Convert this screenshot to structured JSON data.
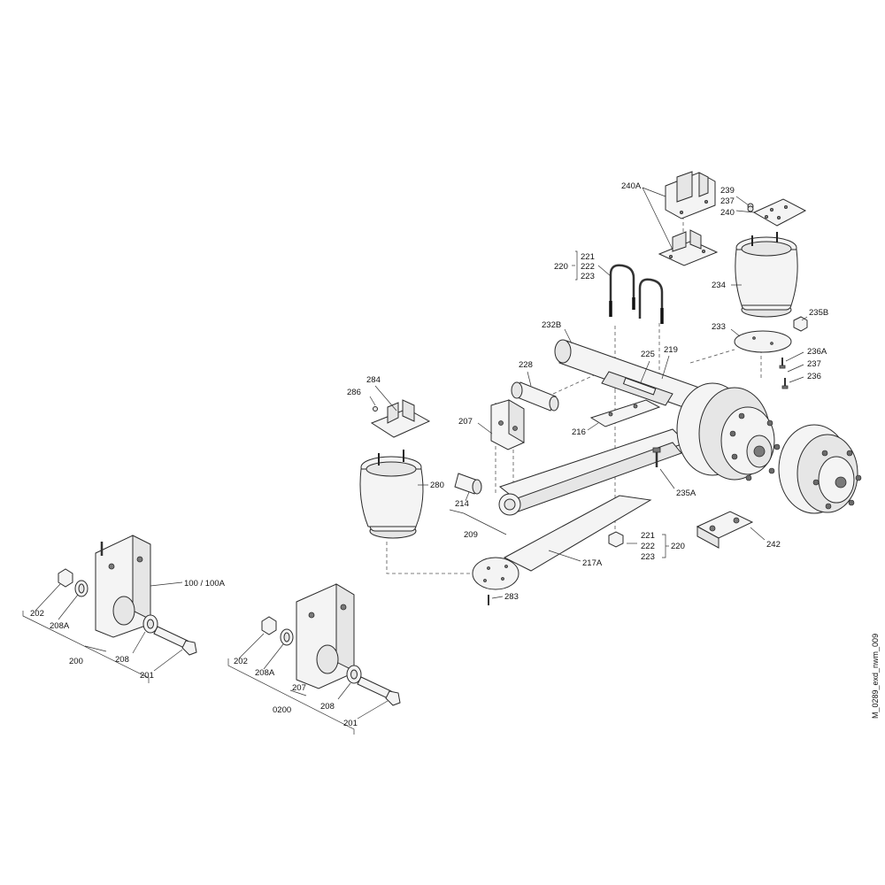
{
  "labels": {
    "l240A": "240A",
    "l239": "239",
    "l237a": "237",
    "l240": "240",
    "l221a": "221",
    "l222a": "222",
    "l223a": "223",
    "l220a": "220",
    "l234": "234",
    "l235B": "235B",
    "l232B": "232B",
    "l233": "233",
    "l236A": "236A",
    "l237b": "237",
    "l236": "236",
    "l225": "225",
    "l219": "219",
    "l228": "228",
    "l284": "284",
    "l286": "286",
    "l207a": "207",
    "l216": "216",
    "l235A": "235A",
    "l280": "280",
    "l214": "214",
    "l209": "209",
    "l221b": "221",
    "l222b": "222",
    "l223b": "223",
    "l220b": "220",
    "l242": "242",
    "l217A": "217A",
    "l283": "283",
    "l100": "100 / 100A",
    "l202a": "202",
    "l208Aa": "208A",
    "l208a": "208",
    "l200": "200",
    "l201a": "201",
    "l202b": "202",
    "l208Ab": "208A",
    "l207b": "207",
    "l0200": "0200",
    "l208b": "208",
    "l201b": "201",
    "drawing_id": "M_0289_exd_nwm_009"
  }
}
